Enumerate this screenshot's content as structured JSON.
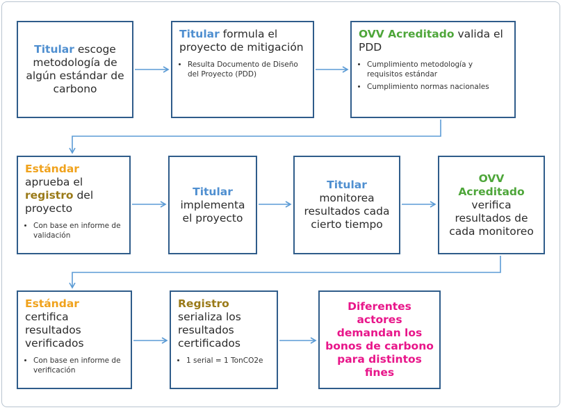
{
  "diagram": {
    "row1": {
      "b1": {
        "actor": "Titular",
        "text": "escoge metodología de algún estándar de carbono"
      },
      "b2": {
        "actor": "Titular",
        "text": "formula el proyecto de mitigación",
        "bullets": [
          "Resulta Documento de Diseño del Proyecto (PDD)"
        ]
      },
      "b3": {
        "actor": "OVV Acreditado",
        "text": "valida el PDD",
        "bullets": [
          "Cumplimiento metodología y requisitos estándar",
          "Cumplimiento normas nacionales"
        ]
      }
    },
    "row2": {
      "b4": {
        "actor": "Estándar",
        "text1": "aprueba el",
        "highlight": "registro",
        "text2": "del proyecto",
        "bullets": [
          "Con base en informe de validación"
        ]
      },
      "b5": {
        "actor": "Titular",
        "text": "implementa el proyecto"
      },
      "b6": {
        "actor": "Titular",
        "text": "monitorea resultados cada cierto tiempo"
      },
      "b7": {
        "actor": "OVV Acreditado",
        "text": "verifica resultados de cada monitoreo"
      }
    },
    "row3": {
      "b8": {
        "actor": "Estándar",
        "text": "certifica resultados verificados",
        "bullets": [
          "Con base en informe de verificación"
        ]
      },
      "b9": {
        "actor": "Registro",
        "text": "serializa los resultados certificados",
        "bullets": [
          "1 serial = 1 TonCO2e"
        ]
      },
      "b10": {
        "text": "Diferentes actores demandan los bonos de carbono para distintos fines"
      }
    }
  },
  "colors": {
    "border": "#2f5c8a",
    "arrow": "#5b9bd5",
    "titular": "#4f8fd0",
    "ovv": "#4ea63a",
    "estandar": "#f0a21c",
    "registro": "#9a7a18",
    "final": "#e8168a"
  }
}
